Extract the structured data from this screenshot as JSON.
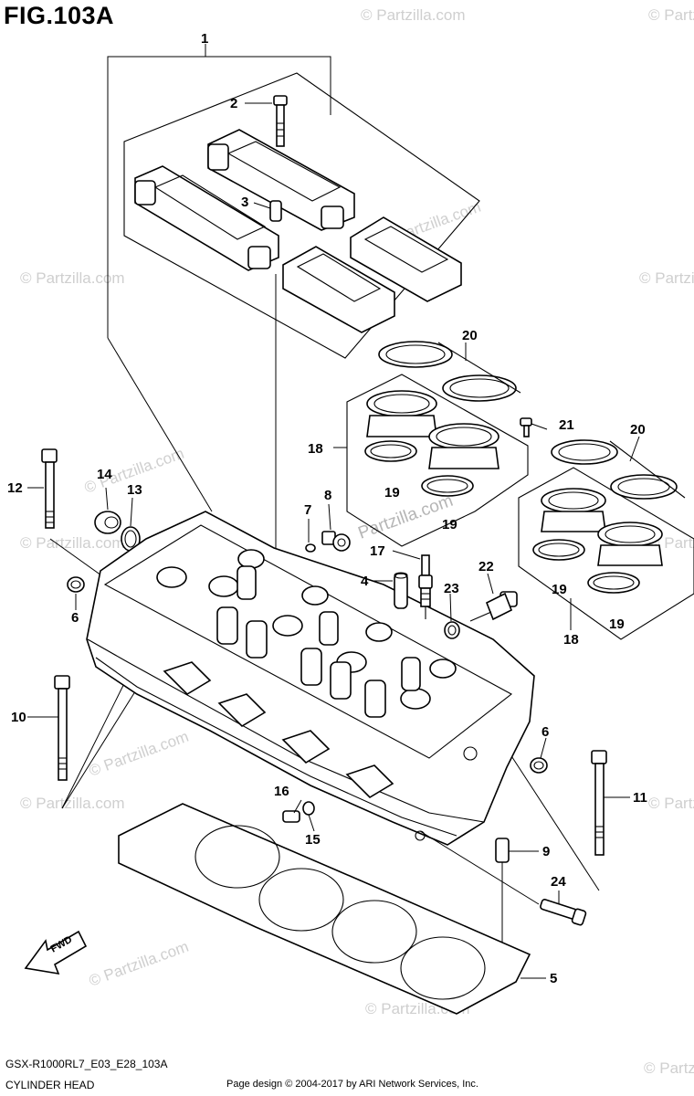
{
  "figure": {
    "title": "FIG.103A",
    "model_code": "GSX-R1000RL7_E03_E28_103A",
    "section_name": "CYLINDER HEAD",
    "credit": "Page design © 2004-2017 by ARI Network Services, Inc."
  },
  "watermarks": {
    "site": "© Partzilla.com",
    "site_inline": "Partzilla.com"
  },
  "orientation_arrow": "FWD",
  "callouts": [
    "1",
    "2",
    "3",
    "4",
    "5",
    "6",
    "7",
    "8",
    "9",
    "10",
    "11",
    "12",
    "13",
    "14",
    "15",
    "16",
    "17",
    "18",
    "19",
    "20",
    "21",
    "22",
    "23",
    "24"
  ],
  "callout_labels": {
    "c1": "1",
    "c2": "2",
    "c3": "3",
    "c4": "4",
    "c5": "5",
    "c6a": "6",
    "c6b": "6",
    "c7": "7",
    "c8": "8",
    "c9": "9",
    "c10": "10",
    "c11": "11",
    "c12": "12",
    "c13": "13",
    "c14": "14",
    "c15": "15",
    "c16": "16",
    "c17": "17",
    "c18a": "18",
    "c18b": "18",
    "c19a": "19",
    "c19b": "19",
    "c19c": "19",
    "c19d": "19",
    "c20a": "20",
    "c20b": "20",
    "c21": "21",
    "c22": "22",
    "c23": "23",
    "c24": "24"
  },
  "colors": {
    "line": "#000000",
    "background": "#ffffff",
    "watermark": "#c8c8c8"
  }
}
